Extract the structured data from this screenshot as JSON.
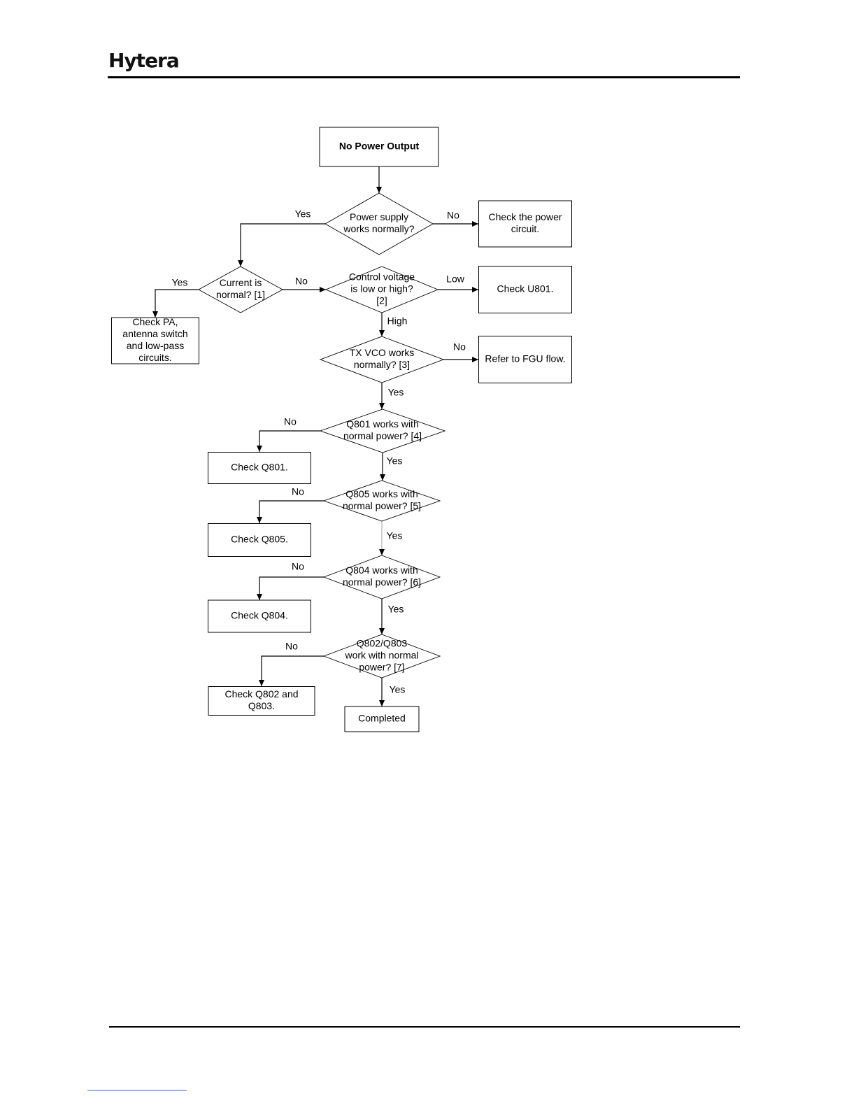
{
  "header": {
    "logo_text": "Hytera"
  },
  "flowchart": {
    "nodes": {
      "start": {
        "lines": [
          "No Power Output"
        ]
      },
      "power_supply": {
        "lines": [
          "Power supply",
          "works normally?"
        ]
      },
      "check_power": {
        "lines": [
          "Check the power",
          "circuit."
        ]
      },
      "current": {
        "lines": [
          "Current is",
          "normal? [1]"
        ]
      },
      "control_voltage": {
        "lines": [
          "Control voltage",
          "is low or high?",
          "[2]"
        ]
      },
      "check_u801": {
        "lines": [
          "Check U801."
        ]
      },
      "check_pa": {
        "lines": [
          "Check PA,",
          "antenna switch",
          "and low-pass",
          "circuits."
        ]
      },
      "tx_vco": {
        "lines": [
          "TX VCO works",
          "normally? [3]"
        ]
      },
      "fgu": {
        "lines": [
          "Refer to FGU flow."
        ]
      },
      "q801": {
        "lines": [
          "Q801 works with",
          "normal power? [4]"
        ]
      },
      "check_q801": {
        "lines": [
          "Check Q801."
        ]
      },
      "q805": {
        "lines": [
          "Q805 works with",
          "normal power? [5]"
        ]
      },
      "check_q805": {
        "lines": [
          "Check Q805."
        ]
      },
      "q804": {
        "lines": [
          "Q804 works with",
          "normal power? [6]"
        ]
      },
      "check_q804": {
        "lines": [
          "Check Q804."
        ]
      },
      "q802": {
        "lines": [
          "Q802/Q803",
          "work with normal",
          "power? [7]"
        ]
      },
      "check_q802": {
        "lines": [
          "Check Q802 and",
          "Q803."
        ]
      },
      "completed": {
        "lines": [
          "Completed"
        ]
      }
    },
    "edge_labels": {
      "ps_yes": "Yes",
      "ps_no": "No",
      "cur_yes": "Yes",
      "cur_no": "No",
      "cv_low": "Low",
      "cv_high": "High",
      "vco_no": "No",
      "vco_yes": "Yes",
      "q801_no": "No",
      "q801_yes": "Yes",
      "q805_no": "No",
      "q805_yes": "Yes",
      "q804_no": "No",
      "q804_yes": "Yes",
      "q802_no": "No",
      "q802_yes": "Yes"
    }
  }
}
